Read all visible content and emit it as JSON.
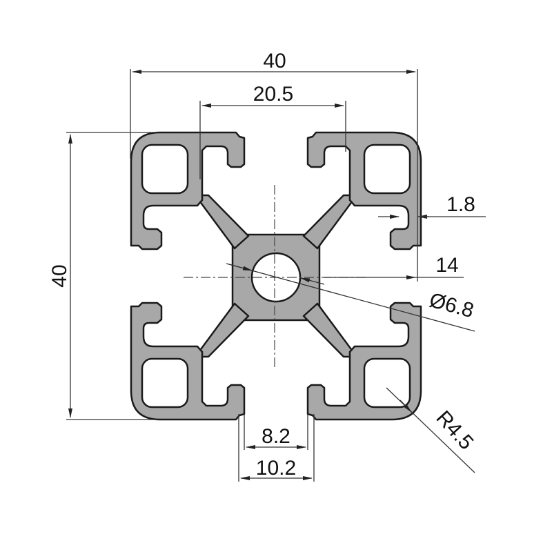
{
  "diagram": {
    "type": "aluminum-extrusion-profile-cross-section",
    "colors": {
      "profile_fill": "#a8a8a8",
      "outline": "#1a1a1a",
      "dimension_line": "#333333",
      "text": "#111111"
    }
  },
  "dimensions": {
    "overall_width": "40",
    "slot_spacing": "20.5",
    "overall_height": "40",
    "wall_thickness": "1.8",
    "half_width_to_center": "14",
    "center_bore_diameter": "Ø6.8",
    "slot_opening_inner": "8.2",
    "slot_opening_outer": "10.2",
    "corner_radius": "R4.5"
  }
}
